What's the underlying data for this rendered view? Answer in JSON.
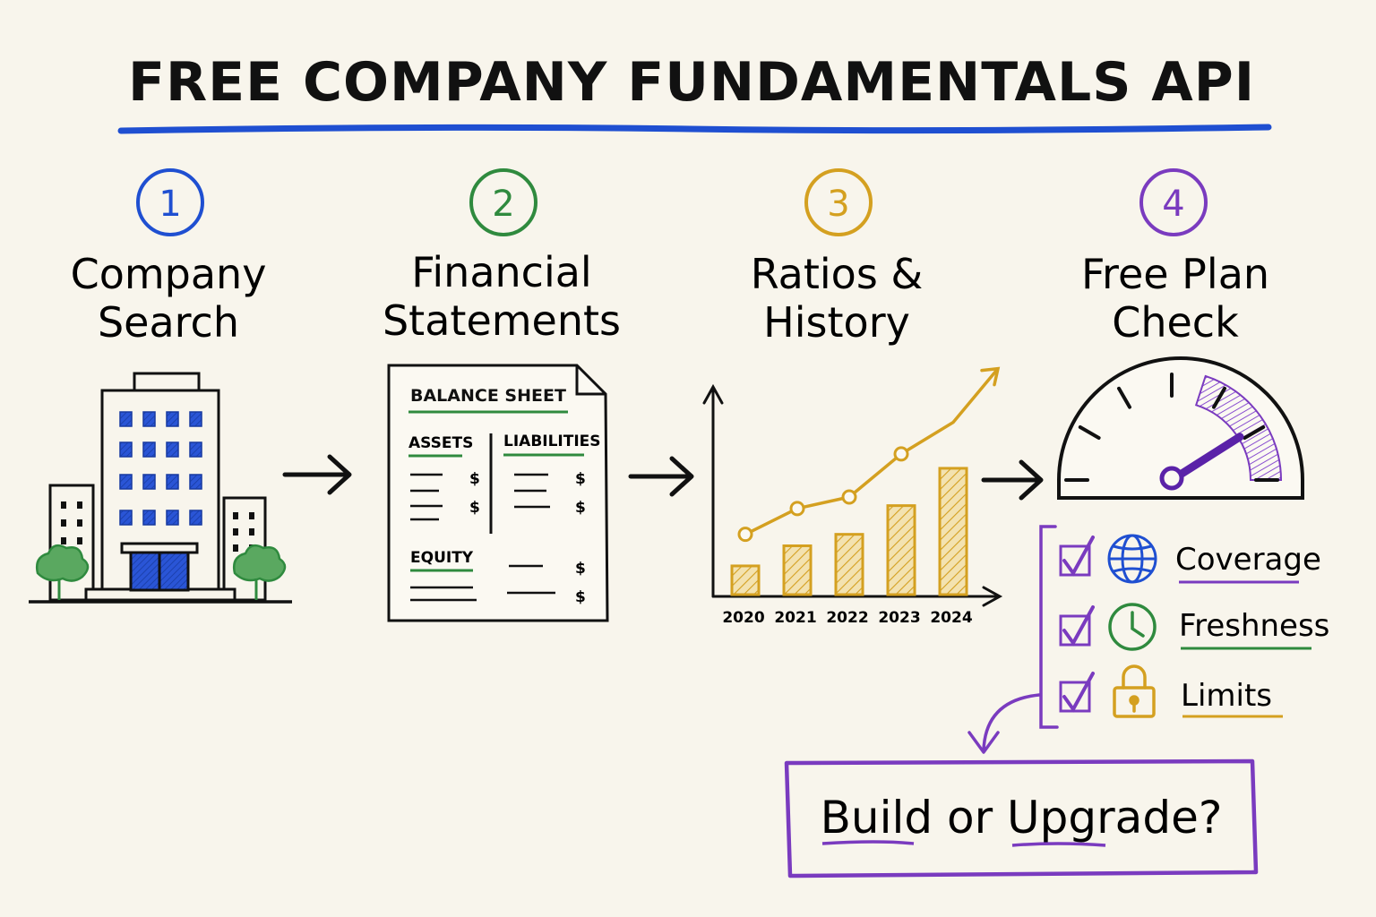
{
  "title": "FREE COMPANY FUNDAMENTALS API",
  "colors": {
    "blue": "#1f4fd1",
    "green": "#2f8a3e",
    "gold": "#d4a020",
    "purple": "#7a3bbf",
    "ink": "#111111",
    "paper": "#f8f5ec"
  },
  "steps": [
    {
      "number": "1",
      "line1": "Company",
      "line2": "Search",
      "icon": "office-building-icon"
    },
    {
      "number": "2",
      "line1": "Financial",
      "line2": "Statements",
      "icon": "balance-sheet-document-icon"
    },
    {
      "number": "3",
      "line1": "Ratios &",
      "line2": "History",
      "icon": "bar-line-chart-icon"
    },
    {
      "number": "4",
      "line1": "Free Plan",
      "line2": "Check",
      "icon": "speedometer-gauge-icon"
    }
  ],
  "balance_sheet": {
    "heading": "BALANCE SHEET",
    "assets": "ASSETS",
    "liabilities": "LIABILITIES",
    "equity": "EQUITY",
    "currency_symbol": "$"
  },
  "chart_data": {
    "type": "bar",
    "categories": [
      "2020",
      "2021",
      "2022",
      "2023",
      "2024"
    ],
    "values": [
      1.0,
      1.7,
      2.1,
      3.1,
      4.4
    ],
    "trend": [
      2.1,
      3.0,
      3.4,
      4.9,
      6.0
    ],
    "ylim": [
      0,
      6.8
    ],
    "grid": false,
    "title": "",
    "xlabel": "",
    "ylabel": ""
  },
  "gauge": {
    "level": 0.82
  },
  "checklist": [
    {
      "label": "Coverage",
      "icon": "globe-icon",
      "color": "#1f4fd1"
    },
    {
      "label": "Freshness",
      "icon": "clock-icon",
      "color": "#2f8a3e"
    },
    {
      "label": "Limits",
      "icon": "padlock-icon",
      "color": "#d4a020"
    }
  ],
  "decision": "Build or Upgrade?"
}
